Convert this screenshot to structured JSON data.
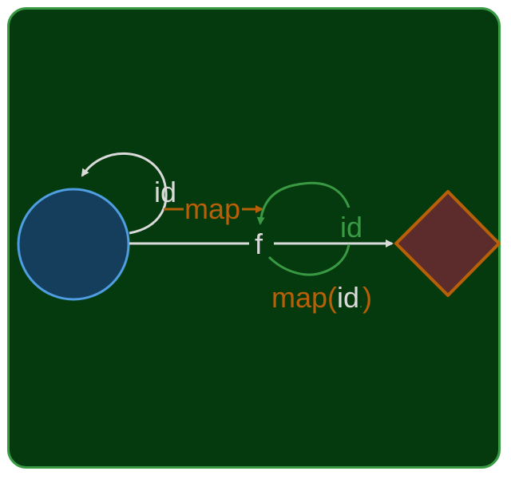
{
  "labels": {
    "id_top": "id",
    "map": "map",
    "f": "f",
    "id_right": "id",
    "map_call_open": "map(",
    "map_call_arg": "id",
    "map_call_dot": ".",
    "map_call_close": ")"
  },
  "colors": {
    "background": "#043a0d",
    "frame_border": "#3a9a44",
    "circle_fill": "#153e5c",
    "circle_stroke": "#4f9ee2",
    "diamond_fill": "#5c2c2c",
    "diamond_stroke": "#b86008",
    "light_arrow": "#dadada",
    "orange": "#b86008",
    "green": "#3a9a44"
  }
}
